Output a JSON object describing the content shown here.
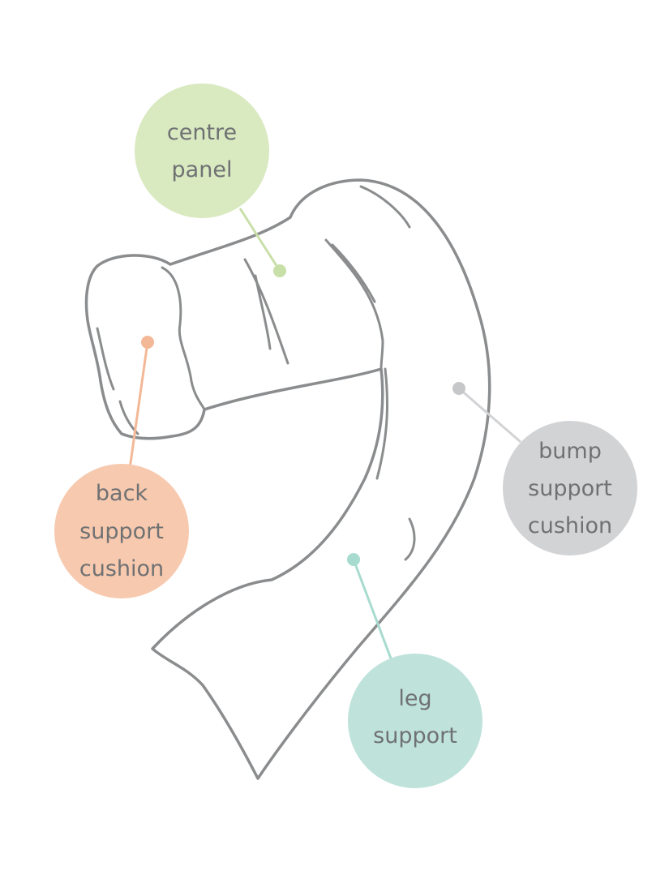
{
  "colors": {
    "outline": "#8a8c8e",
    "text": "#6f7173",
    "centre_panel": "#d9e9c0",
    "centre_panel_marker": "#c8e0a8",
    "back_support": "#f7c9ae",
    "back_support_marker": "#f3b896",
    "bump_support": "#d2d3d5",
    "bump_support_marker": "#c6c7c9",
    "leg_support": "#bfe3db",
    "leg_support_marker": "#a8dbcf"
  },
  "labels": {
    "centre_panel": [
      "centre",
      "panel"
    ],
    "back_support": [
      "back",
      "support",
      "cushion"
    ],
    "bump_support": [
      "bump",
      "support",
      "cushion"
    ],
    "leg_support": [
      "leg",
      "support"
    ]
  }
}
